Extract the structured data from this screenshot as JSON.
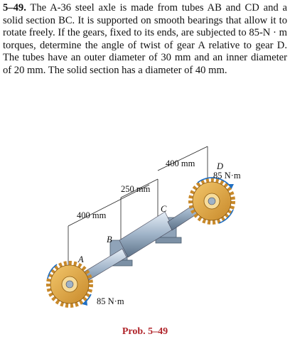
{
  "problem": {
    "number": "5–49.",
    "lines": [
      "The A-36 steel axle is made from tubes AB and CD",
      "and a solid section BC. It is supported on smooth bearings",
      "that allow it to rotate freely. If the gears, fixed to its ends, are",
      "subjected to 85-N · m torques, determine the angle of twist of",
      "gear A relative to gear D. The tubes have an outer diameter",
      "of 30 mm and an inner diameter of 20 mm. The solid section",
      "has a diameter of 40 mm."
    ]
  },
  "figure": {
    "dim_cd": "400 mm",
    "dim_bc": "250 mm",
    "dim_ab": "400 mm",
    "point_a": "A",
    "point_b": "B",
    "point_c": "C",
    "point_d": "D",
    "torque_d": "85 N·m",
    "torque_a": "85 N·m"
  },
  "caption": "Prob. 5–49"
}
